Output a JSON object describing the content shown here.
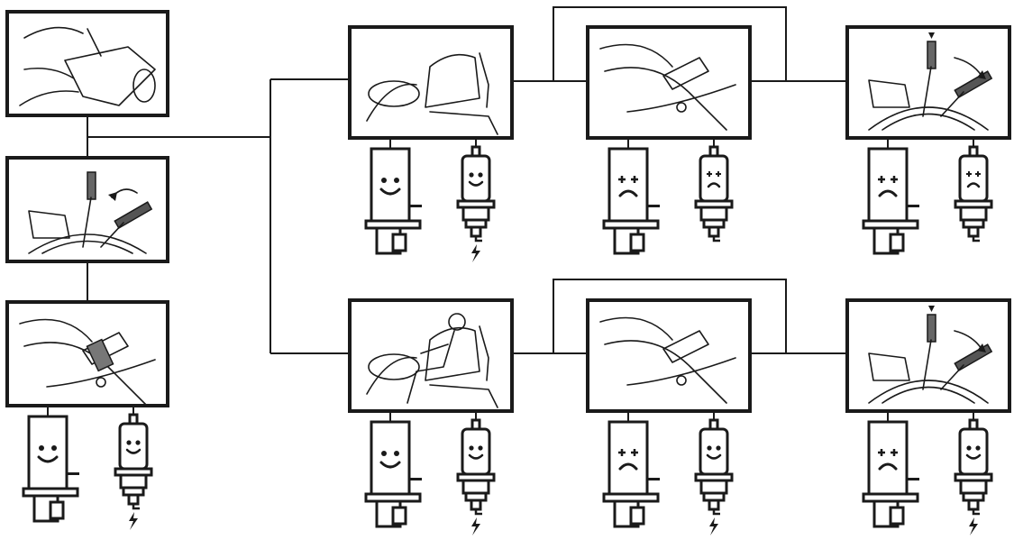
{
  "diagram": {
    "panels": [
      {
        "id": "p-left-1",
        "illustration": "seat-and-mower-deck",
        "relay": null,
        "plug": null
      },
      {
        "id": "p-left-2",
        "illustration": "lever-moved-up",
        "relay": null,
        "plug": null
      },
      {
        "id": "p-left-3",
        "illustration": "pedal-area",
        "relay": "happy",
        "plug": "happy",
        "spark": true
      },
      {
        "id": "p-top-1",
        "illustration": "empty-seat",
        "relay": "happy",
        "plug": "happy",
        "spark": true
      },
      {
        "id": "p-top-2",
        "illustration": "lever-area",
        "relay": "sad",
        "plug": "sad",
        "spark": false
      },
      {
        "id": "p-top-3",
        "illustration": "lever-pushed-down",
        "relay": "sad",
        "plug": "sad",
        "spark": false
      },
      {
        "id": "p-bot-1",
        "illustration": "operator-seated",
        "relay": "happy",
        "plug": "happy",
        "spark": true
      },
      {
        "id": "p-bot-2",
        "illustration": "lever-area",
        "relay": "sad",
        "plug": "happy",
        "spark": true
      },
      {
        "id": "p-bot-3",
        "illustration": "lever-pushed-down",
        "relay": "sad",
        "plug": "happy",
        "spark": true
      }
    ],
    "colors": {
      "ink": "#1a1a1a",
      "background": "#ffffff"
    },
    "icons": {
      "relay": "relay-face-icon",
      "plug": "spark-plug-face-icon",
      "spark": "lightning-bolt-icon"
    }
  }
}
